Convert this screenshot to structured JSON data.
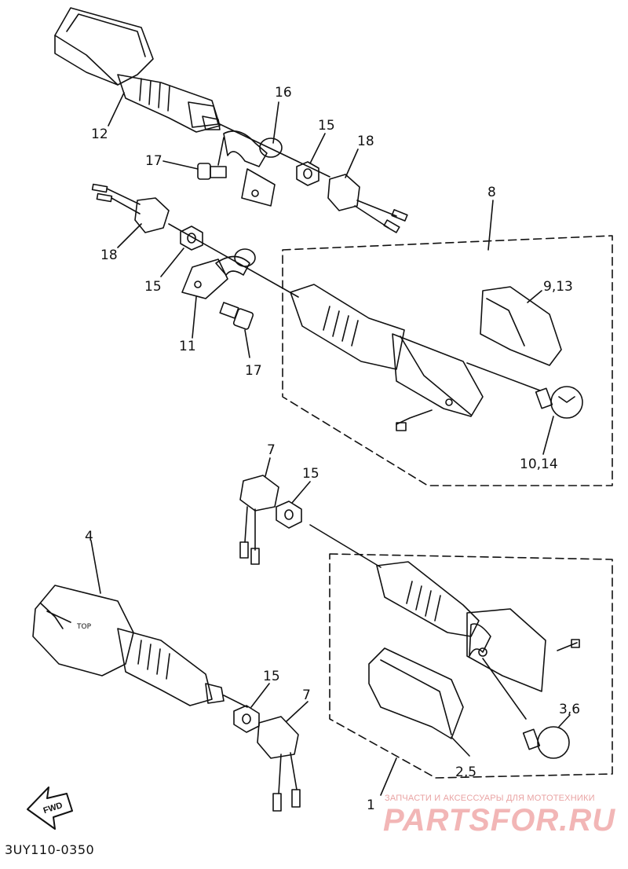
{
  "diagram": {
    "callouts": {
      "c12": "12",
      "c16": "16",
      "c15a": "15",
      "c18a": "18",
      "c17a": "17",
      "c8": "8",
      "c18b": "18",
      "c15b": "15",
      "c11": "11",
      "c17b": "17",
      "c913": "9,13",
      "c1014": "10,14",
      "c7a": "7",
      "c15c": "15",
      "c4": "4",
      "c15d": "15",
      "c7b": "7",
      "c36": "3,6",
      "c25": "2,5",
      "c1": "1"
    },
    "fwd_label": "FWD",
    "lens_text": "TOP",
    "part_code": "3UY110-0350"
  },
  "watermark": {
    "top_text": "ЗАПЧАСТИ И АКСЕССУАРЫ ДЛЯ МОТОТЕХНИКИ",
    "main_text": "PARTSFOR.RU"
  }
}
